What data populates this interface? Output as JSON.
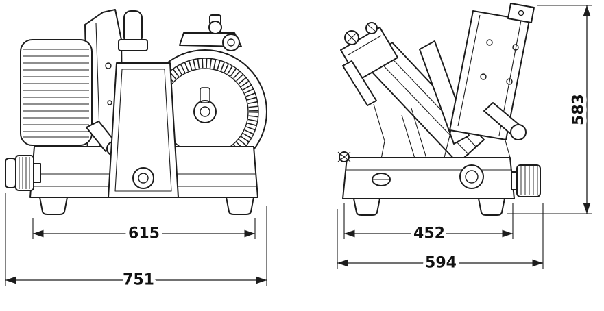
{
  "page": {
    "background": "#ffffff",
    "line_color": "#1c1c1c"
  },
  "views": {
    "front": {
      "name": "front-view"
    },
    "side": {
      "name": "side-view"
    }
  },
  "dimensions": {
    "front_inner_width": "615",
    "front_overall_width": "751",
    "side_inner_depth": "452",
    "side_overall_depth": "594",
    "overall_height": "583"
  }
}
